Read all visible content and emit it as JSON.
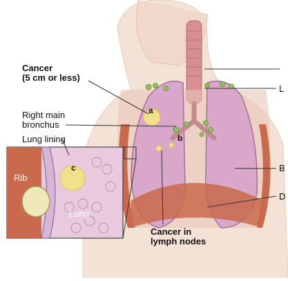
{
  "labels": {
    "cancer_size": "Cancer\n(5 cm or less)",
    "right_main_bronchus": "Right main\nbronchus",
    "lung_lining": "Lung lining",
    "cancer_lymph_nodes": "Cancer in\nlymph nodes",
    "inset_rib": "Rib",
    "inset_lung": "Lung",
    "marker_a": "a",
    "marker_b": "b",
    "marker_c": "c",
    "cut_top_right": "L",
    "cut_mid_right": "B",
    "cut_low_right": "D"
  },
  "colors": {
    "skin": "#f4e2d6",
    "lung": "#d9a7c9",
    "tumor": "#f2e08a",
    "lymph": "#8fc35a",
    "muscle": "#c96a4c",
    "trachea": "#d78f93"
  }
}
